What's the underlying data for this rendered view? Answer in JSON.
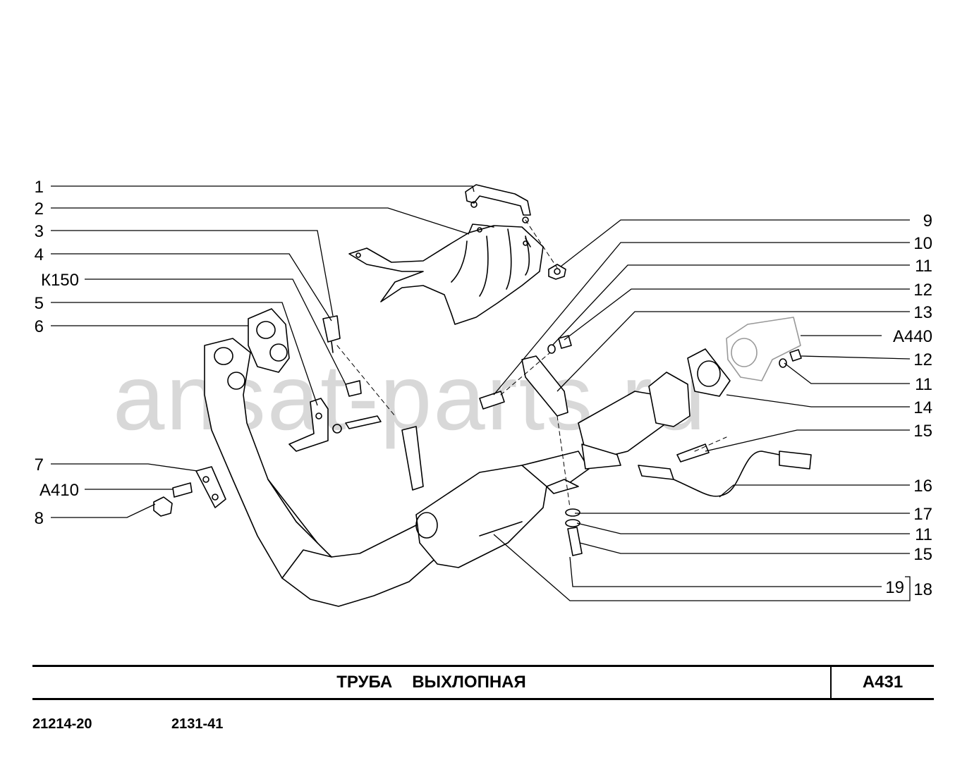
{
  "watermark": "ansat-parts.ru",
  "title": {
    "word1": "ТРУБА",
    "word2": "ВЫХЛОПНАЯ",
    "code": "А431"
  },
  "models": [
    "21214-20",
    "2131-41"
  ],
  "callouts_left": [
    "1",
    "2",
    "3",
    "4",
    "К150",
    "5",
    "6",
    "7",
    "А410",
    "8"
  ],
  "callouts_right": [
    "9",
    "10",
    "11",
    "12",
    "13",
    "А440",
    "12",
    "11",
    "14",
    "15",
    "16",
    "17",
    "11",
    "15",
    "19",
    "18"
  ]
}
